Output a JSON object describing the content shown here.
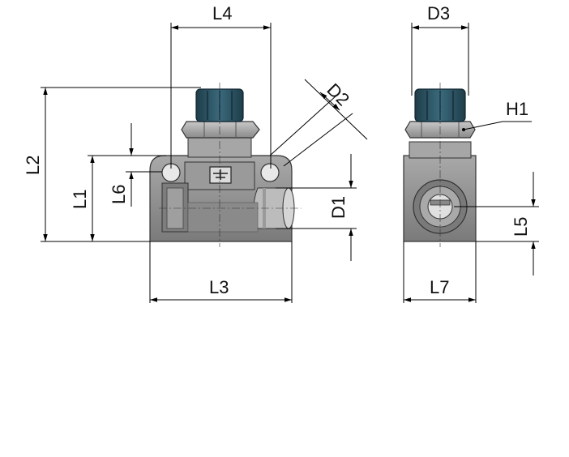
{
  "labels": {
    "L1": "L1",
    "L2": "L2",
    "L3": "L3",
    "L4": "L4",
    "L5": "L5",
    "L6": "L6",
    "L7": "L7",
    "D1": "D1",
    "D2": "D2",
    "D3": "D3",
    "H1": "H1"
  },
  "colors": {
    "body": "#8e8e8e",
    "body_dark": "#6b6b6b",
    "body_light": "#b9b9b9",
    "cap": "#2a4f5e",
    "cap_dark": "#17323d",
    "dimension_line": "#000000"
  }
}
